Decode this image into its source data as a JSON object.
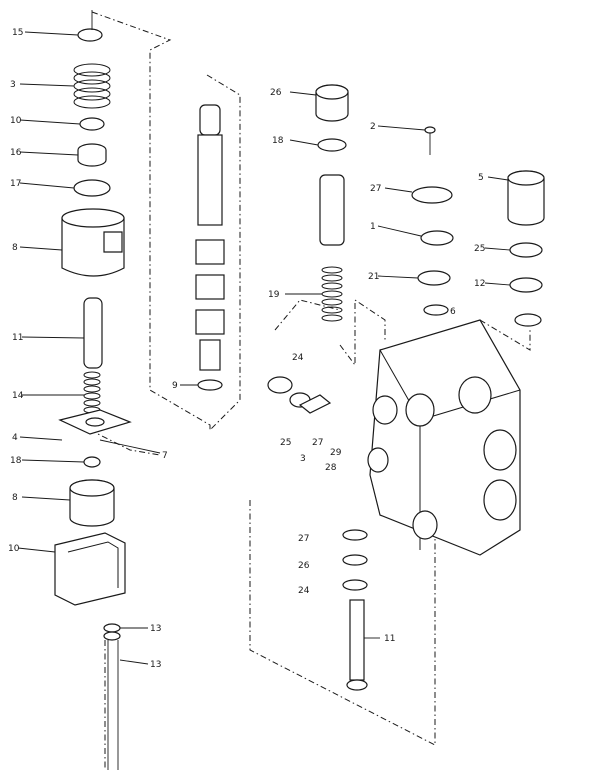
{
  "diagram": {
    "callouts": [
      {
        "id": "c1",
        "text": "15"
      },
      {
        "id": "c2",
        "text": "3"
      },
      {
        "id": "c3",
        "text": "10"
      },
      {
        "id": "c4",
        "text": "16"
      },
      {
        "id": "c5",
        "text": "17"
      },
      {
        "id": "c6",
        "text": "8"
      },
      {
        "id": "c7",
        "text": "11"
      },
      {
        "id": "c8",
        "text": "14"
      },
      {
        "id": "c9",
        "text": "4"
      },
      {
        "id": "c10",
        "text": "7"
      },
      {
        "id": "c11",
        "text": "18"
      },
      {
        "id": "c12",
        "text": "8"
      },
      {
        "id": "c13",
        "text": "10"
      },
      {
        "id": "c14",
        "text": "13"
      },
      {
        "id": "c15",
        "text": "13"
      },
      {
        "id": "c16",
        "text": "9"
      },
      {
        "id": "c17",
        "text": "26"
      },
      {
        "id": "c18",
        "text": "18"
      },
      {
        "id": "c19",
        "text": "19"
      },
      {
        "id": "c20",
        "text": "2"
      },
      {
        "id": "c21",
        "text": "27"
      },
      {
        "id": "c22",
        "text": "1"
      },
      {
        "id": "c23",
        "text": "21"
      },
      {
        "id": "c24",
        "text": "6"
      },
      {
        "id": "c25",
        "text": "5"
      },
      {
        "id": "c26",
        "text": "25"
      },
      {
        "id": "c27",
        "text": "12"
      },
      {
        "id": "c28",
        "text": "24"
      },
      {
        "id": "c29",
        "text": "25"
      },
      {
        "id": "c30",
        "text": "27"
      },
      {
        "id": "c31",
        "text": "26"
      },
      {
        "id": "c32",
        "text": "24"
      },
      {
        "id": "c33",
        "text": "3"
      },
      {
        "id": "c34",
        "text": "27"
      },
      {
        "id": "c35",
        "text": "28"
      },
      {
        "id": "c36",
        "text": "29"
      },
      {
        "id": "c37",
        "text": "11"
      }
    ]
  }
}
